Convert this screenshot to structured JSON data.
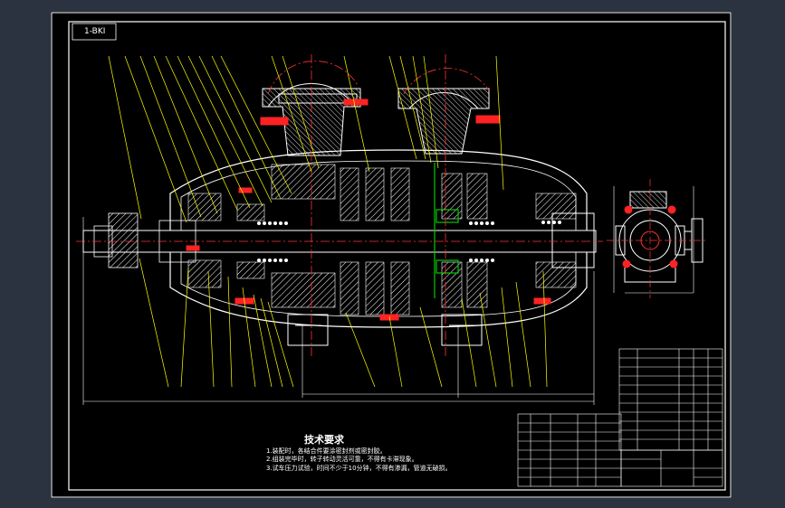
{
  "drawing": {
    "title_tag": "1-BKI",
    "technical_requirements": {
      "heading": "技术要求",
      "notes": [
        "1.装配时，各结合件要涂密封剂或密封胶。",
        "2.组装完毕时，转子转动灵活可靠，不得有卡滞现象。",
        "3.试车压力试验，时间不少于10分钟，不得有渗漏，管道无破损。"
      ]
    },
    "colors": {
      "background": "#000000",
      "frame": "#ffffff",
      "outline": "#ffffff",
      "leaders": "#ffff00",
      "centerline": "#ff3333",
      "hatch": "#ffffff",
      "accent_green": "#00cc00",
      "accent_red": "#ff2222",
      "viewport_bg": "#2b3340"
    }
  }
}
